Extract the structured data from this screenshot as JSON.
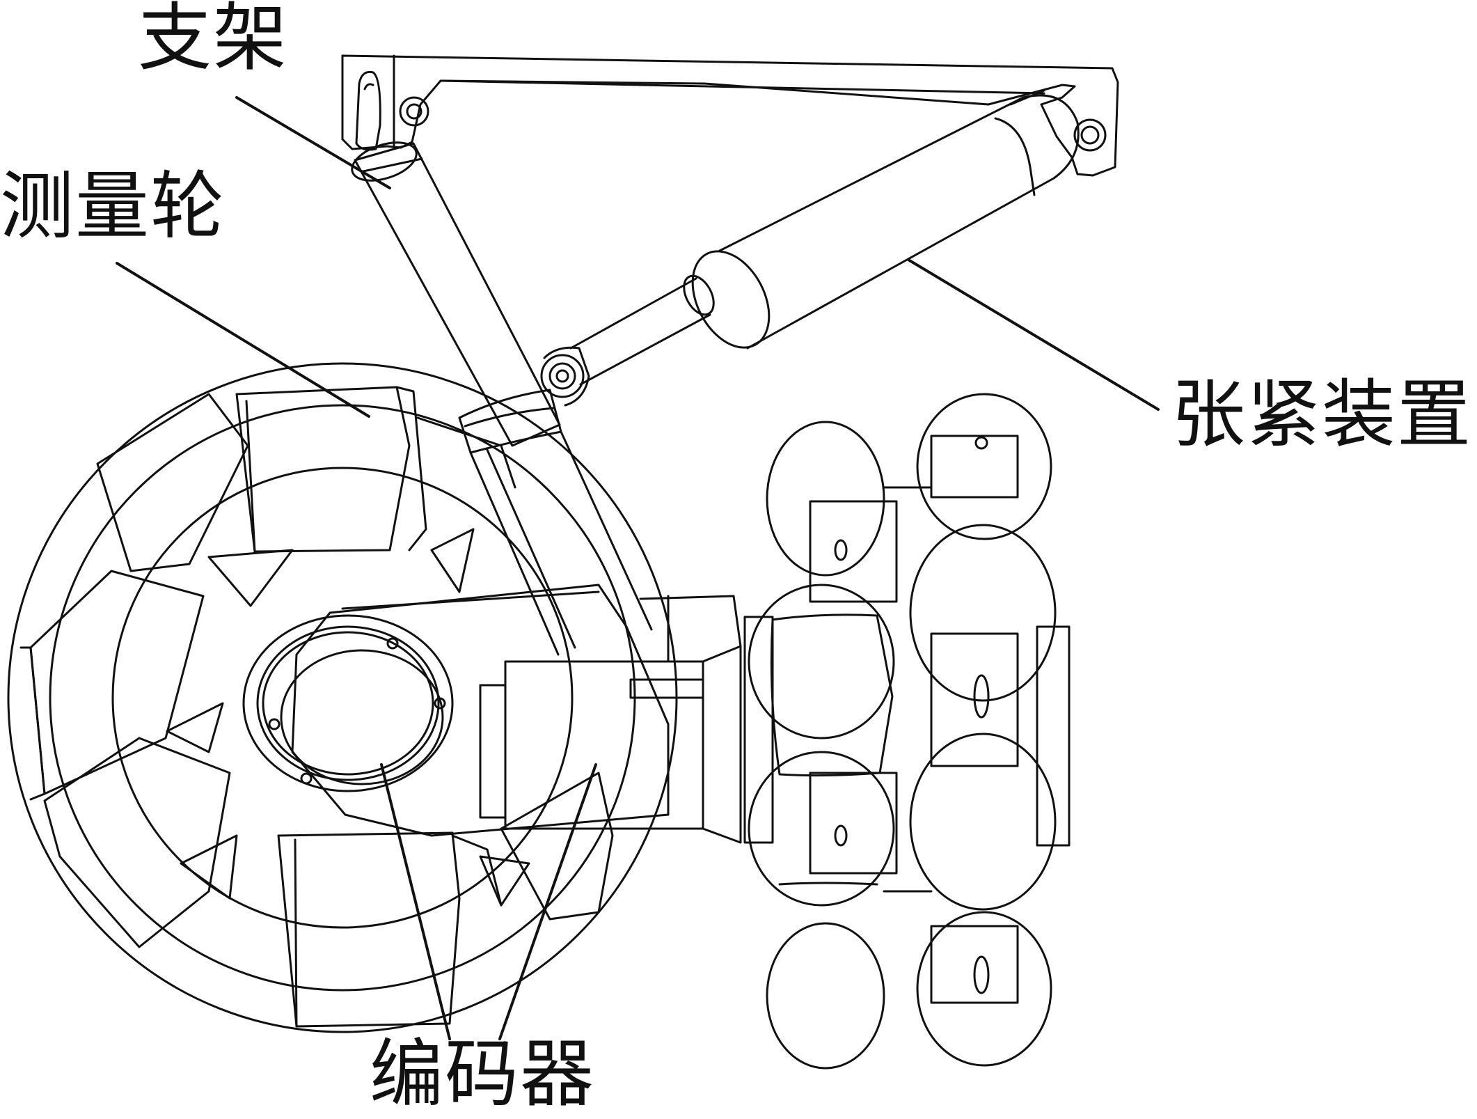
{
  "figure": {
    "labels": {
      "bracket": "支架",
      "measuring_wheel": "测量轮",
      "tensioner": "张紧装置",
      "encoder": "编码器"
    },
    "stroke_color": "#111111",
    "background": "#ffffff"
  }
}
